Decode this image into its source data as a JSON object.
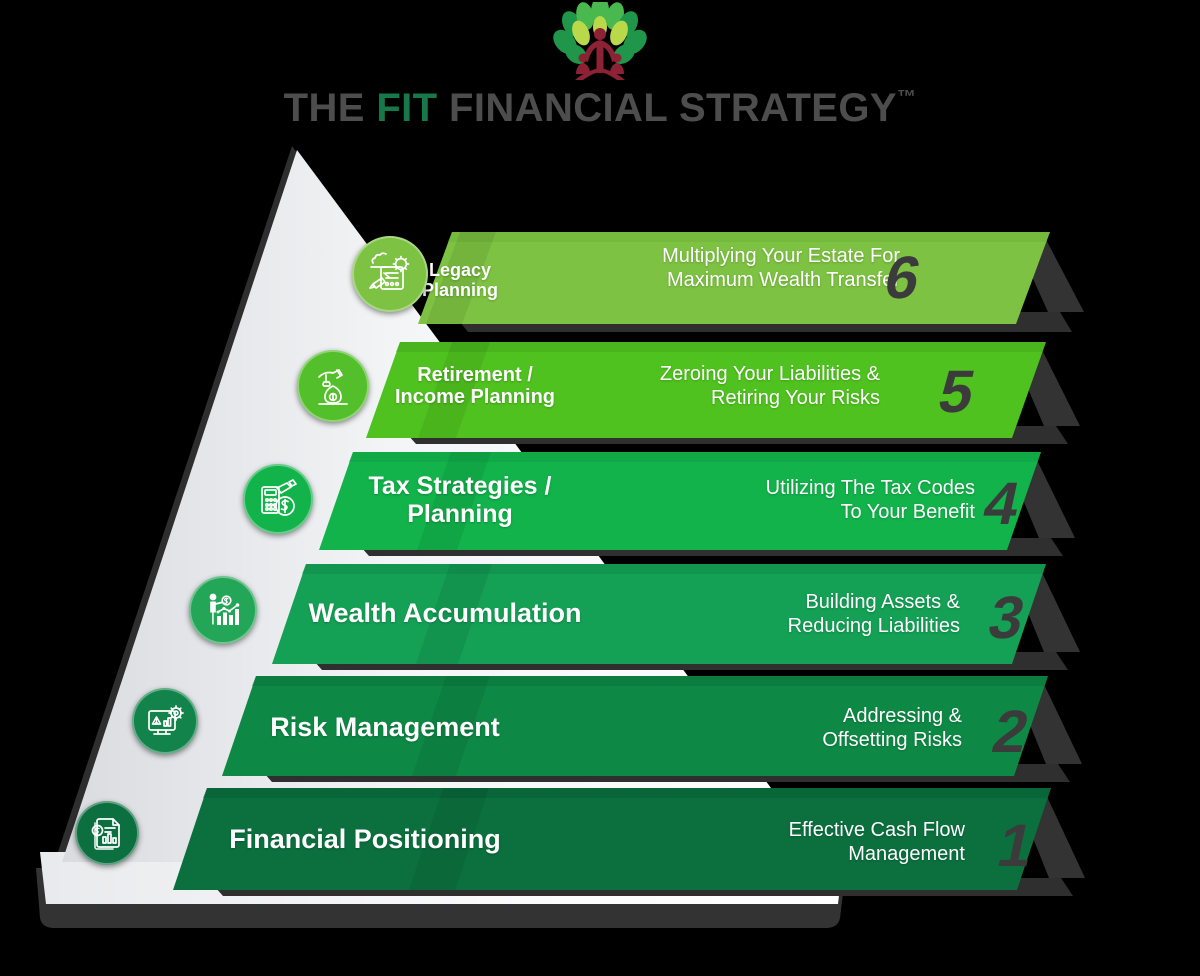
{
  "header": {
    "logo_icon": "tree-people-logo",
    "title_the": "THE ",
    "title_fit": "FIT",
    "title_rest": " FINANCIAL STRATEGY",
    "title_tm": "™",
    "title_full": "THE FIT FINANCIAL STRATEGY™"
  },
  "pyramid": {
    "shell_color": "#f1f2f4",
    "base_color": "#ffffff",
    "shadow_color": "#2f2f2f",
    "levels": [
      {
        "number": "6",
        "title": "Legacy\nPlanning",
        "title_line1": "Legacy",
        "title_line2": "Planning",
        "description_line1": "Multiplying Your Estate For",
        "description_line2": "Maximum Wealth Transfer",
        "color": "#7dc242",
        "icon": "estate-document-gear-icon",
        "icon_color": "#7dc242"
      },
      {
        "number": "5",
        "title": "Retirement /\nIncome Planning",
        "title_line1": "Retirement /",
        "title_line2": "Income Planning",
        "description_line1": "Zeroing Your Liabilities &",
        "description_line2": "Retiring Your Risks",
        "color": "#50c21f",
        "icon": "hand-money-bag-icon",
        "icon_color": "#53bf2a"
      },
      {
        "number": "4",
        "title": "Tax Strategies /\nPlanning",
        "title_line1": "Tax Strategies /",
        "title_line2": "Planning",
        "description_line1": "Utilizing The Tax Codes",
        "description_line2": "To Your Benefit",
        "color": "#12b34b",
        "icon": "calculator-dollar-icon",
        "icon_color": "#12b34b"
      },
      {
        "number": "3",
        "title": "Wealth Accumulation",
        "title_line1": "Wealth Accumulation",
        "title_line2": "",
        "description_line1": "Building Assets &",
        "description_line2": "Reducing Liabilities",
        "color": "#14a055",
        "icon": "growth-chart-person-icon",
        "icon_color": "#23a657"
      },
      {
        "number": "2",
        "title": "Risk Management",
        "title_line1": "Risk Management",
        "title_line2": "",
        "description_line1": "Addressing &",
        "description_line2": "Offsetting Risks",
        "color": "#0d8945",
        "icon": "monitor-warning-gear-icon",
        "icon_color": "#12834a"
      },
      {
        "number": "1",
        "title": "Financial Positioning",
        "title_line1": "Financial Positioning",
        "title_line2": "",
        "description_line1": "Effective Cash Flow",
        "description_line2": "Management",
        "color": "#0b703e",
        "icon": "financial-report-dollar-icon",
        "icon_color": "#0c6f40"
      }
    ]
  },
  "colors": {
    "background": "#000000",
    "title_gray": "#4d4d4d",
    "title_green": "#17794a",
    "number_gray": "#3b3b3b",
    "logo_trunk": "#8c2234",
    "logo_leaf_dark": "#1f9649",
    "logo_leaf_mid": "#49b94f",
    "logo_leaf_light": "#b9d94a"
  }
}
